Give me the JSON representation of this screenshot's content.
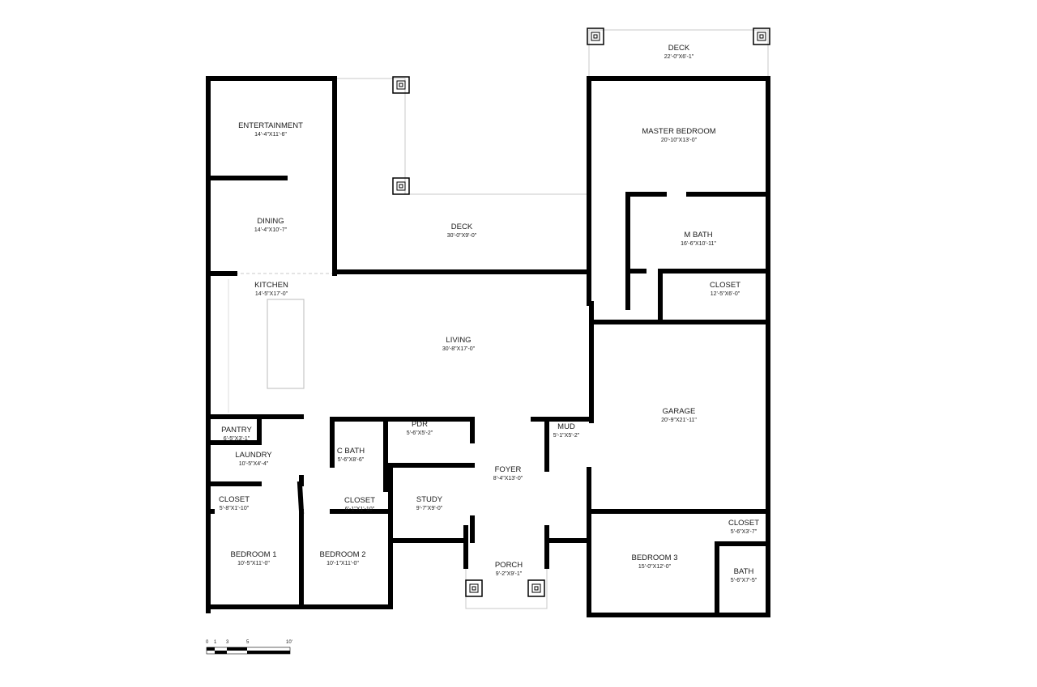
{
  "colors": {
    "wall": "#000000",
    "background": "#ffffff",
    "light_line": "#c8c8c8"
  },
  "rooms": {
    "entertainment": {
      "name": "ENTERTAINMENT",
      "dims": "14'-4\"X11'-6\""
    },
    "dining": {
      "name": "DINING",
      "dims": "14'-4\"X10'-7\""
    },
    "deck_main": {
      "name": "DECK",
      "dims": "30'-0\"X9'-0\""
    },
    "kitchen": {
      "name": "KITCHEN",
      "dims": "14'-5\"X17'-0\""
    },
    "living": {
      "name": "LIVING",
      "dims": "30'-8\"X17'-0\""
    },
    "deck_master": {
      "name": "DECK",
      "dims": "22'-0\"X6'-1\""
    },
    "master_bedroom": {
      "name": "MASTER BEDROOM",
      "dims": "20'-10\"X13'-0\""
    },
    "m_bath": {
      "name": "M BATH",
      "dims": "16'-6\"X10'-11\""
    },
    "master_closet": {
      "name": "CLOSET",
      "dims": "12'-5\"X6'-0\""
    },
    "garage": {
      "name": "GARAGE",
      "dims": "20'-9\"X21'-11\""
    },
    "pantry": {
      "name": "PANTRY",
      "dims": "6'-5\"X3'-1\""
    },
    "laundry": {
      "name": "LAUNDRY",
      "dims": "10'-5\"X4'-4\""
    },
    "c_bath": {
      "name": "C BATH",
      "dims": "5'-6\"X8'-6\""
    },
    "pdr": {
      "name": "PDR",
      "dims": "5'-6\"X5'-2\""
    },
    "mud": {
      "name": "MUD",
      "dims": "5'-1\"X5'-2\""
    },
    "foyer": {
      "name": "FOYER",
      "dims": "8'-4\"X13'-0\""
    },
    "study": {
      "name": "STUDY",
      "dims": "9'-7\"X9'-0\""
    },
    "closet_1": {
      "name": "CLOSET",
      "dims": "5'-8\"X1'-10\""
    },
    "closet_2": {
      "name": "CLOSET",
      "dims": "6'-1\"X1'-10\""
    },
    "bedroom_1": {
      "name": "BEDROOM 1",
      "dims": "10'-5\"X11'-0\""
    },
    "bedroom_2": {
      "name": "BEDROOM 2",
      "dims": "10'-1\"X11'-0\""
    },
    "porch": {
      "name": "PORCH",
      "dims": "9'-2\"X9'-1\""
    },
    "bedroom_3": {
      "name": "BEDROOM 3",
      "dims": "15'-0\"X12'-0\""
    },
    "closet_3": {
      "name": "CLOSET",
      "dims": "5'-6\"X3'-7\""
    },
    "bath": {
      "name": "BATH",
      "dims": "5'-6\"X7'-5\""
    }
  },
  "scale_bar": {
    "labels": [
      "0",
      "1",
      "3",
      "5",
      "10'"
    ]
  }
}
